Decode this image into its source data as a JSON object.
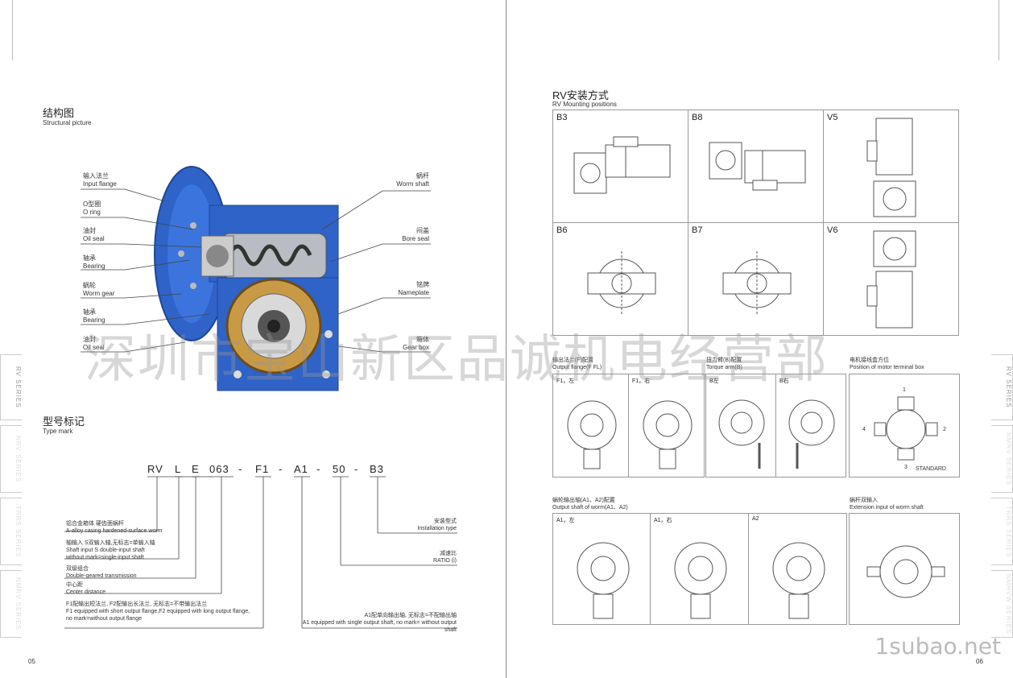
{
  "left": {
    "structure_title": "结构图",
    "structure_sub": "Structural picture",
    "callouts_left": [
      {
        "cn": "输入法兰",
        "en": "Input flange"
      },
      {
        "cn": "O型圈",
        "en": "O ring"
      },
      {
        "cn": "油封",
        "en": "Oil seal"
      },
      {
        "cn": "轴承",
        "en": "Bearing"
      },
      {
        "cn": "蜗轮",
        "en": "Worm gear"
      },
      {
        "cn": "轴承",
        "en": "Bearing"
      },
      {
        "cn": "油封",
        "en": "Oil seal"
      }
    ],
    "callouts_right": [
      {
        "cn": "蜗杆",
        "en": "Worm shaft"
      },
      {
        "cn": "闷盖",
        "en": "Bore seal"
      },
      {
        "cn": "铭牌",
        "en": "Nameplate"
      },
      {
        "cn": "箱体",
        "en": "Gear box"
      }
    ],
    "type_title": "型号标记",
    "type_sub": "Type mark",
    "code_parts": [
      "RV",
      "L",
      "E",
      "063",
      "-",
      "F1",
      "-",
      "A1",
      "-",
      "50",
      "-",
      "B3"
    ],
    "notes": {
      "n1_cn": "铝合金箱体 硬齿面蜗杆",
      "n1_en": "A-alloy casing hardened-surface worm",
      "n2_cn": "轴输入 S双输入轴,无标志=单输入轴",
      "n2_en1": "Shaft input S double-input shaft",
      "n2_en2": "without mark=single-input shaft",
      "n3_cn": "双级组合",
      "n3_en": "Double-geared transmission",
      "n4_cn": "中心距",
      "n4_en": "Center distance",
      "n5_cn": "F1配输出短法兰, F2配输出长法兰, 无标志=不带输出法兰",
      "n5_en1": "F1 equipped with short output flange,F2 equipped with long output flange,",
      "n5_en2": "no mark=without output flange",
      "r1_cn": "安装型式",
      "r1_en": "Installation type",
      "r2_cn": "减速比",
      "r2_en": "RATIO (i)",
      "r3_cn": "A1配单向输出轴, 无标志=不配输出轴",
      "r3_en": "A1 equipped with single output shaft, no mark= without output shaft"
    },
    "page_no": "05"
  },
  "right": {
    "mount_title": "RV安装方式",
    "mount_sub": "RV Mounting positions",
    "positions": [
      "B3",
      "B8",
      "V5",
      "B6",
      "B7",
      "V6"
    ],
    "flange_title_cn": "输出法兰(F)配置",
    "flange_title_en": "Output flange(F FL)",
    "flange_cells": [
      "F1，左",
      "F1，右"
    ],
    "arm_title_cn": "扭力臂(B)配置",
    "arm_title_en": "Torque arm(B)",
    "arm_cells": [
      "B左",
      "B右"
    ],
    "terminal_title_cn": "电机接线盒方位",
    "terminal_title_en": "Position of motor terminal box",
    "terminal_numbers": [
      "1",
      "2",
      "3",
      "4"
    ],
    "terminal_standard": "STANDARD",
    "shaft_title_cn": "蜗轮输出轴(A1、A2)配置",
    "shaft_title_en": "Output shaft of worm(A1、A2)",
    "shaft_cells": [
      "A1，左",
      "A1，右",
      "A2"
    ],
    "ext_title_cn": "蜗杆双输入",
    "ext_title_en": "Extension input of worm shaft",
    "page_no": "06"
  },
  "side_tabs": {
    "left": [
      "RV SERIES",
      "NRV SERIES",
      "TRRS SERIES",
      "NMRV SERIES"
    ],
    "right": [
      "RV SERIES",
      "NMRV SERIES",
      "TRRS SERIES",
      "NMRVW SERIES"
    ]
  },
  "watermark": "深圳市宝山新区品诚机电经营部",
  "brand": "1subao.net",
  "colors": {
    "housing": "#2f63c8",
    "housing_dark": "#1f4696"
  }
}
